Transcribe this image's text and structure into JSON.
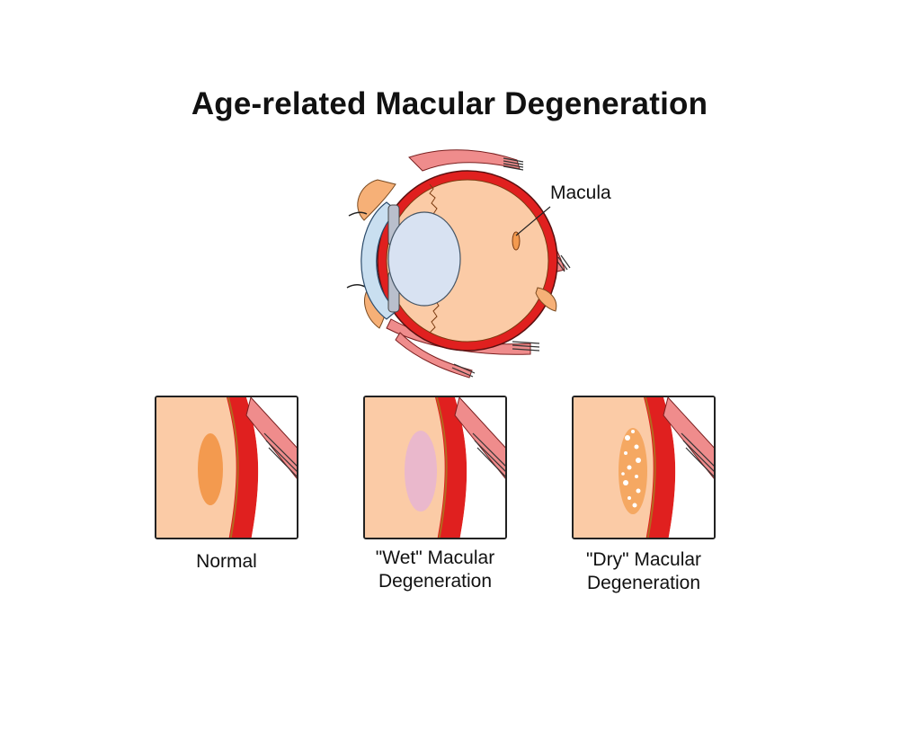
{
  "title": "Age-related Macular Degeneration",
  "eye_diagram": {
    "label": "Macula"
  },
  "panels": [
    {
      "id": "normal",
      "caption_lines": [
        "Normal"
      ]
    },
    {
      "id": "wet",
      "caption_lines": [
        "\"Wet\" Macular",
        "Degeneration"
      ]
    },
    {
      "id": "dry",
      "caption_lines": [
        "\"Dry\" Macular",
        "Degeneration"
      ]
    }
  ],
  "colors": {
    "eye_interior": "#fbcba6",
    "sclera_red": "#e0201f",
    "muscle_pink": "#ef8c8c",
    "lens_blue": "#d8e2f2",
    "cornea_blue": "#c9dff0",
    "macula_normal": "#f39a4f",
    "macula_wet": "#e8b6d0",
    "macula_dry": "#f5a862"
  }
}
